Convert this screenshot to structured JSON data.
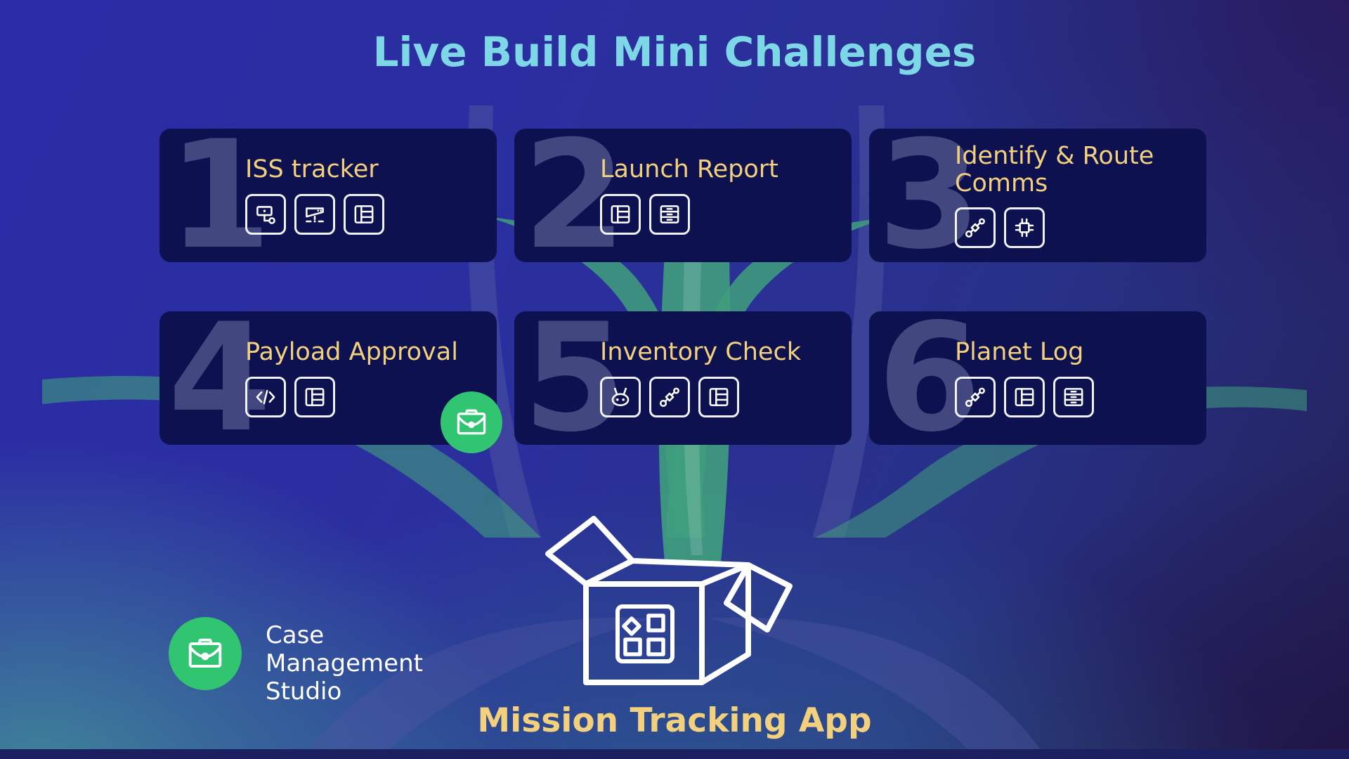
{
  "title": {
    "text": "Live Build Mini Challenges"
  },
  "cards": [
    {
      "number": "1",
      "title": "ISS tracker",
      "icons": [
        "flow-icon",
        "timeline-icon",
        "table-icon"
      ]
    },
    {
      "number": "2",
      "title": "Launch Report",
      "icons": [
        "table-icon",
        "drawers-icon"
      ]
    },
    {
      "number": "3",
      "title": "Identify & Route Comms",
      "icons": [
        "route-icon",
        "chip-icon"
      ]
    },
    {
      "number": "4",
      "title": "Payload Approval",
      "icons": [
        "code-icon",
        "table-icon"
      ],
      "badge_icon": "briefcase-badge-icon"
    },
    {
      "number": "5",
      "title": "Inventory Check",
      "icons": [
        "bot-icon",
        "route-icon",
        "table-icon"
      ]
    },
    {
      "number": "6",
      "title": "Planet Log",
      "icons": [
        "route-icon",
        "table-icon",
        "drawers-icon"
      ]
    }
  ],
  "logo": {
    "icon": "briefcase-logo-icon",
    "lines": [
      "Case",
      "Management",
      "Studio"
    ]
  },
  "app_label": {
    "text": "Mission Tracking App",
    "icon": "open-box-icon"
  },
  "colors": {
    "headline": "#7ed7e6",
    "card_background": "#0d1150",
    "card_title_gold": "#f2d07d",
    "numeral": "rgba(193,200,240,0.30)",
    "accent_green": "#31c572",
    "tendril_teal": "#3f9f7d",
    "tendril_slate": "#4d55a0",
    "background_top_left": "#2b2ba6",
    "background_top_right": "#28185c",
    "background_bottom_left": "#3f8499",
    "background_bottom_right": "#1f1242",
    "footer_bar": "#1c2060"
  }
}
